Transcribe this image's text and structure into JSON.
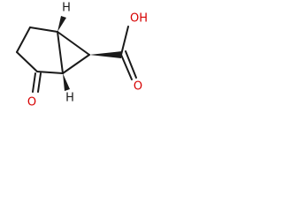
{
  "molecule": {
    "atoms": {
      "h_top": {
        "text": "H",
        "color": "#1a1a1a"
      },
      "h_bottom": {
        "text": "H",
        "color": "#1a1a1a"
      },
      "oh": {
        "text": "OH",
        "color": "#d60000"
      },
      "o_acid": {
        "text": "O",
        "color": "#d60000"
      },
      "o_ketone": {
        "text": "O",
        "color": "#d60000"
      }
    }
  }
}
